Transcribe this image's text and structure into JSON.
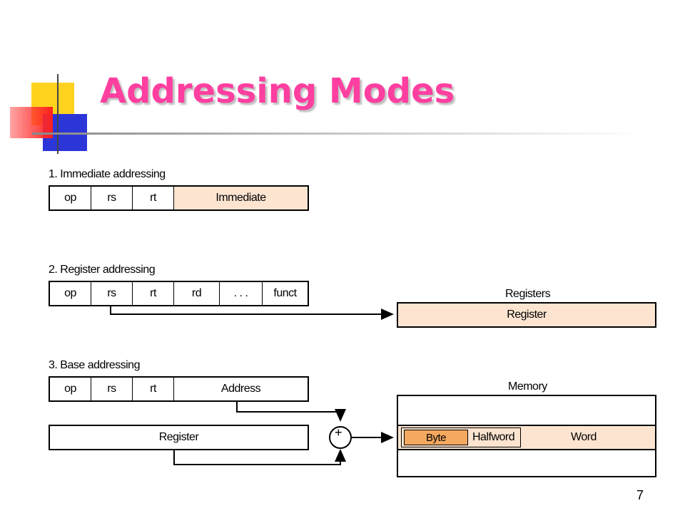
{
  "slide": {
    "title": "Addressing Modes",
    "page_number": "7"
  },
  "immediate": {
    "label": "1. Immediate addressing",
    "fields": [
      "op",
      "rs",
      "rt",
      "Immediate"
    ]
  },
  "register": {
    "label": "2. Register addressing",
    "fields": [
      "op",
      "rs",
      "rt",
      "rd",
      ". . .",
      "funct"
    ],
    "registers_caption": "Registers",
    "register_box": "Register"
  },
  "base": {
    "label": "3. Base addressing",
    "fields": [
      "op",
      "rs",
      "rt",
      "Address"
    ],
    "register_box": "Register",
    "adder_symbol": "+",
    "memory_caption": "Memory",
    "memory_cells": [
      "Byte",
      "Halfword",
      "Word"
    ]
  },
  "colors": {
    "title": "#ff3fa0",
    "peach": "#fce4d0",
    "byte_fill": "#f4a860"
  }
}
